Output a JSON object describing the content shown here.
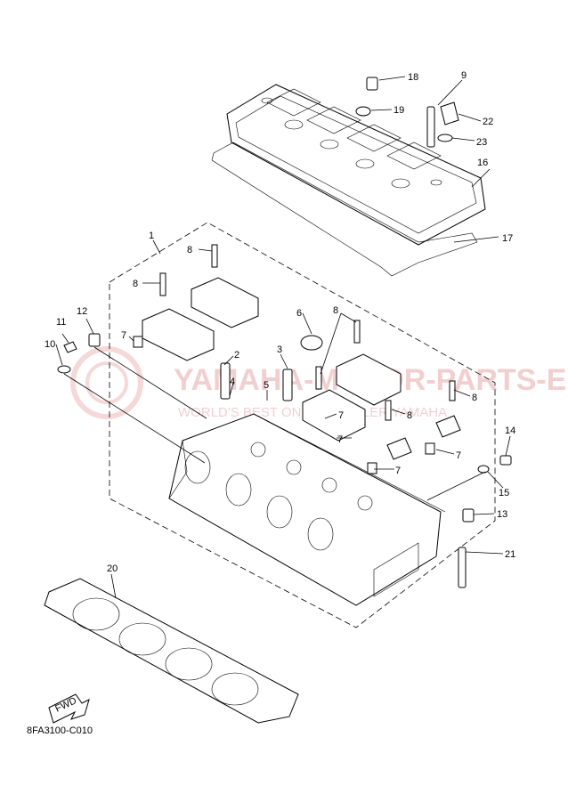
{
  "diagram": {
    "drawing_code": "8FA3100-C010",
    "fwd_label": "FWD",
    "watermark": {
      "line1": "YAMAHA-MOTOR-PARTS-EP.PL",
      "line2": "WORLD'S BEST ONLINE DEALER YAMAHA"
    },
    "callouts": {
      "c1": "1",
      "c2": "2",
      "c3": "3",
      "c4": "4",
      "c5": "5",
      "c6": "6",
      "c7a": "7",
      "c7b": "7",
      "c7c": "7",
      "c7d": "7",
      "c7e": "7",
      "c8a": "8",
      "c8b": "8",
      "c8c": "8",
      "c8d": "8",
      "c8e": "8",
      "c9": "9",
      "c10": "10",
      "c11": "11",
      "c12": "12",
      "c13": "13",
      "c14": "14",
      "c15": "15",
      "c16": "16",
      "c17": "17",
      "c18": "18",
      "c19": "19",
      "c20": "20",
      "c21": "21",
      "c22": "22",
      "c23": "23"
    }
  }
}
